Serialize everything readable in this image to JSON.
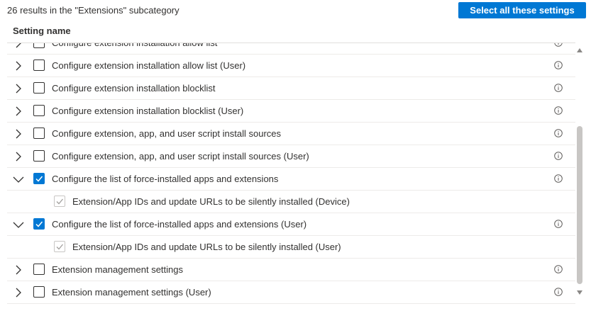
{
  "header": {
    "results_text": "26 results in the \"Extensions\" subcategory",
    "select_all_label": "Select all these settings",
    "column_label": "Setting name"
  },
  "rows": [
    {
      "label": "Configure extension installation allow list",
      "expanded": false,
      "checked": false,
      "sub": false
    },
    {
      "label": "Configure extension installation allow list (User)",
      "expanded": false,
      "checked": false,
      "sub": false
    },
    {
      "label": "Configure extension installation blocklist",
      "expanded": false,
      "checked": false,
      "sub": false
    },
    {
      "label": "Configure extension installation blocklist (User)",
      "expanded": false,
      "checked": false,
      "sub": false
    },
    {
      "label": "Configure extension, app, and user script install sources",
      "expanded": false,
      "checked": false,
      "sub": false
    },
    {
      "label": "Configure extension, app, and user script install sources (User)",
      "expanded": false,
      "checked": false,
      "sub": false
    },
    {
      "label": "Configure the list of force-installed apps and extensions",
      "expanded": true,
      "checked": true,
      "sub": false
    },
    {
      "label": "Extension/App IDs and update URLs to be silently installed (Device)",
      "checked": true,
      "sub": true
    },
    {
      "label": "Configure the list of force-installed apps and extensions (User)",
      "expanded": true,
      "checked": true,
      "sub": false
    },
    {
      "label": "Extension/App IDs and update URLs to be silently installed (User)",
      "checked": true,
      "sub": true
    },
    {
      "label": "Extension management settings",
      "expanded": false,
      "checked": false,
      "sub": false
    },
    {
      "label": "Extension management settings (User)",
      "expanded": false,
      "checked": false,
      "sub": false
    }
  ],
  "colors": {
    "accent": "#0078d4",
    "text": "#323130",
    "divider": "#edebe9"
  },
  "icons": {
    "collapsed": "chevron-right-icon",
    "expanded": "chevron-down-icon",
    "info": "info-icon",
    "check": "checkmark-icon"
  }
}
